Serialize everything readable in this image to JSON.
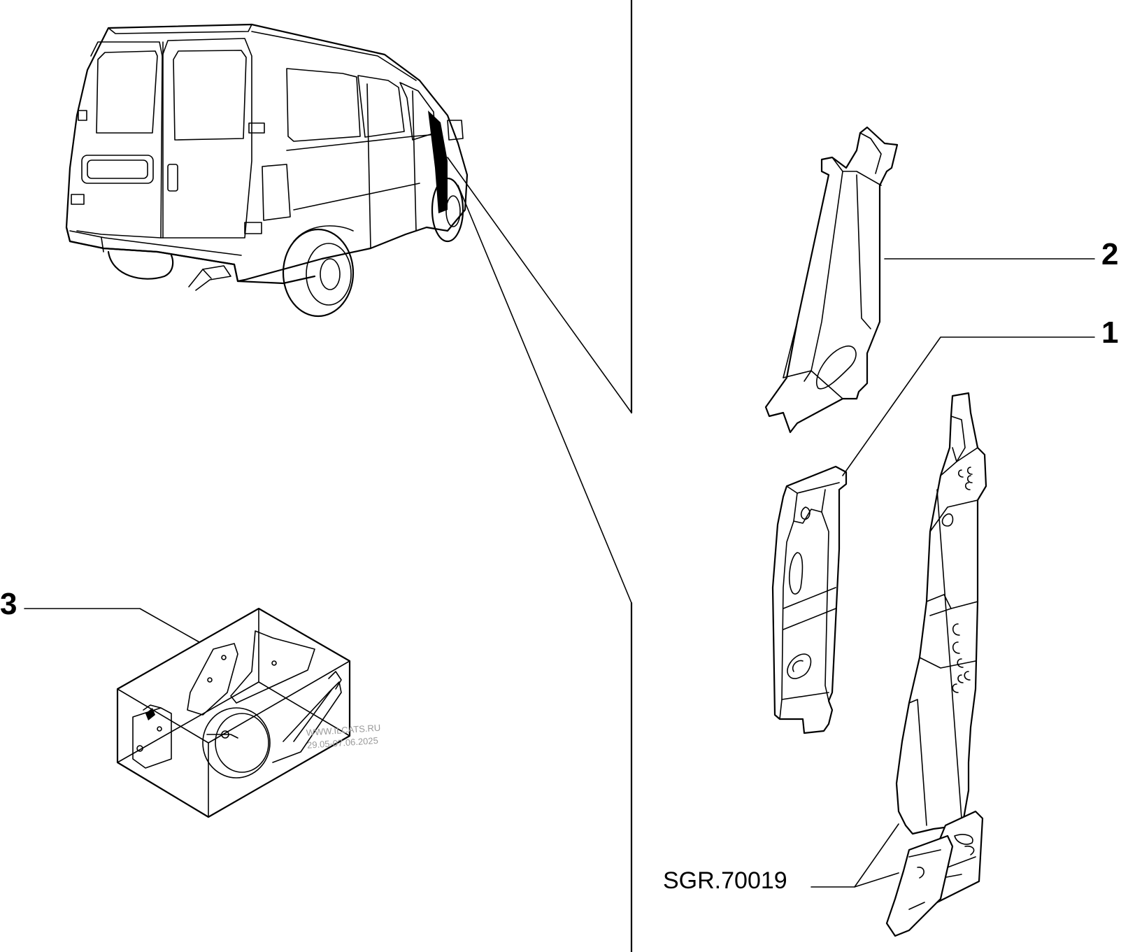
{
  "labels": {
    "part1": "1",
    "part2": "2",
    "part3": "3",
    "reference_code": "SGR.70019"
  },
  "watermark": {
    "line1": "WWW.ILCATS.RU",
    "line2": "29.05-07.06.2025"
  },
  "colors": {
    "line": "#000000",
    "background": "#ffffff",
    "watermark": "#9a9a9a"
  }
}
